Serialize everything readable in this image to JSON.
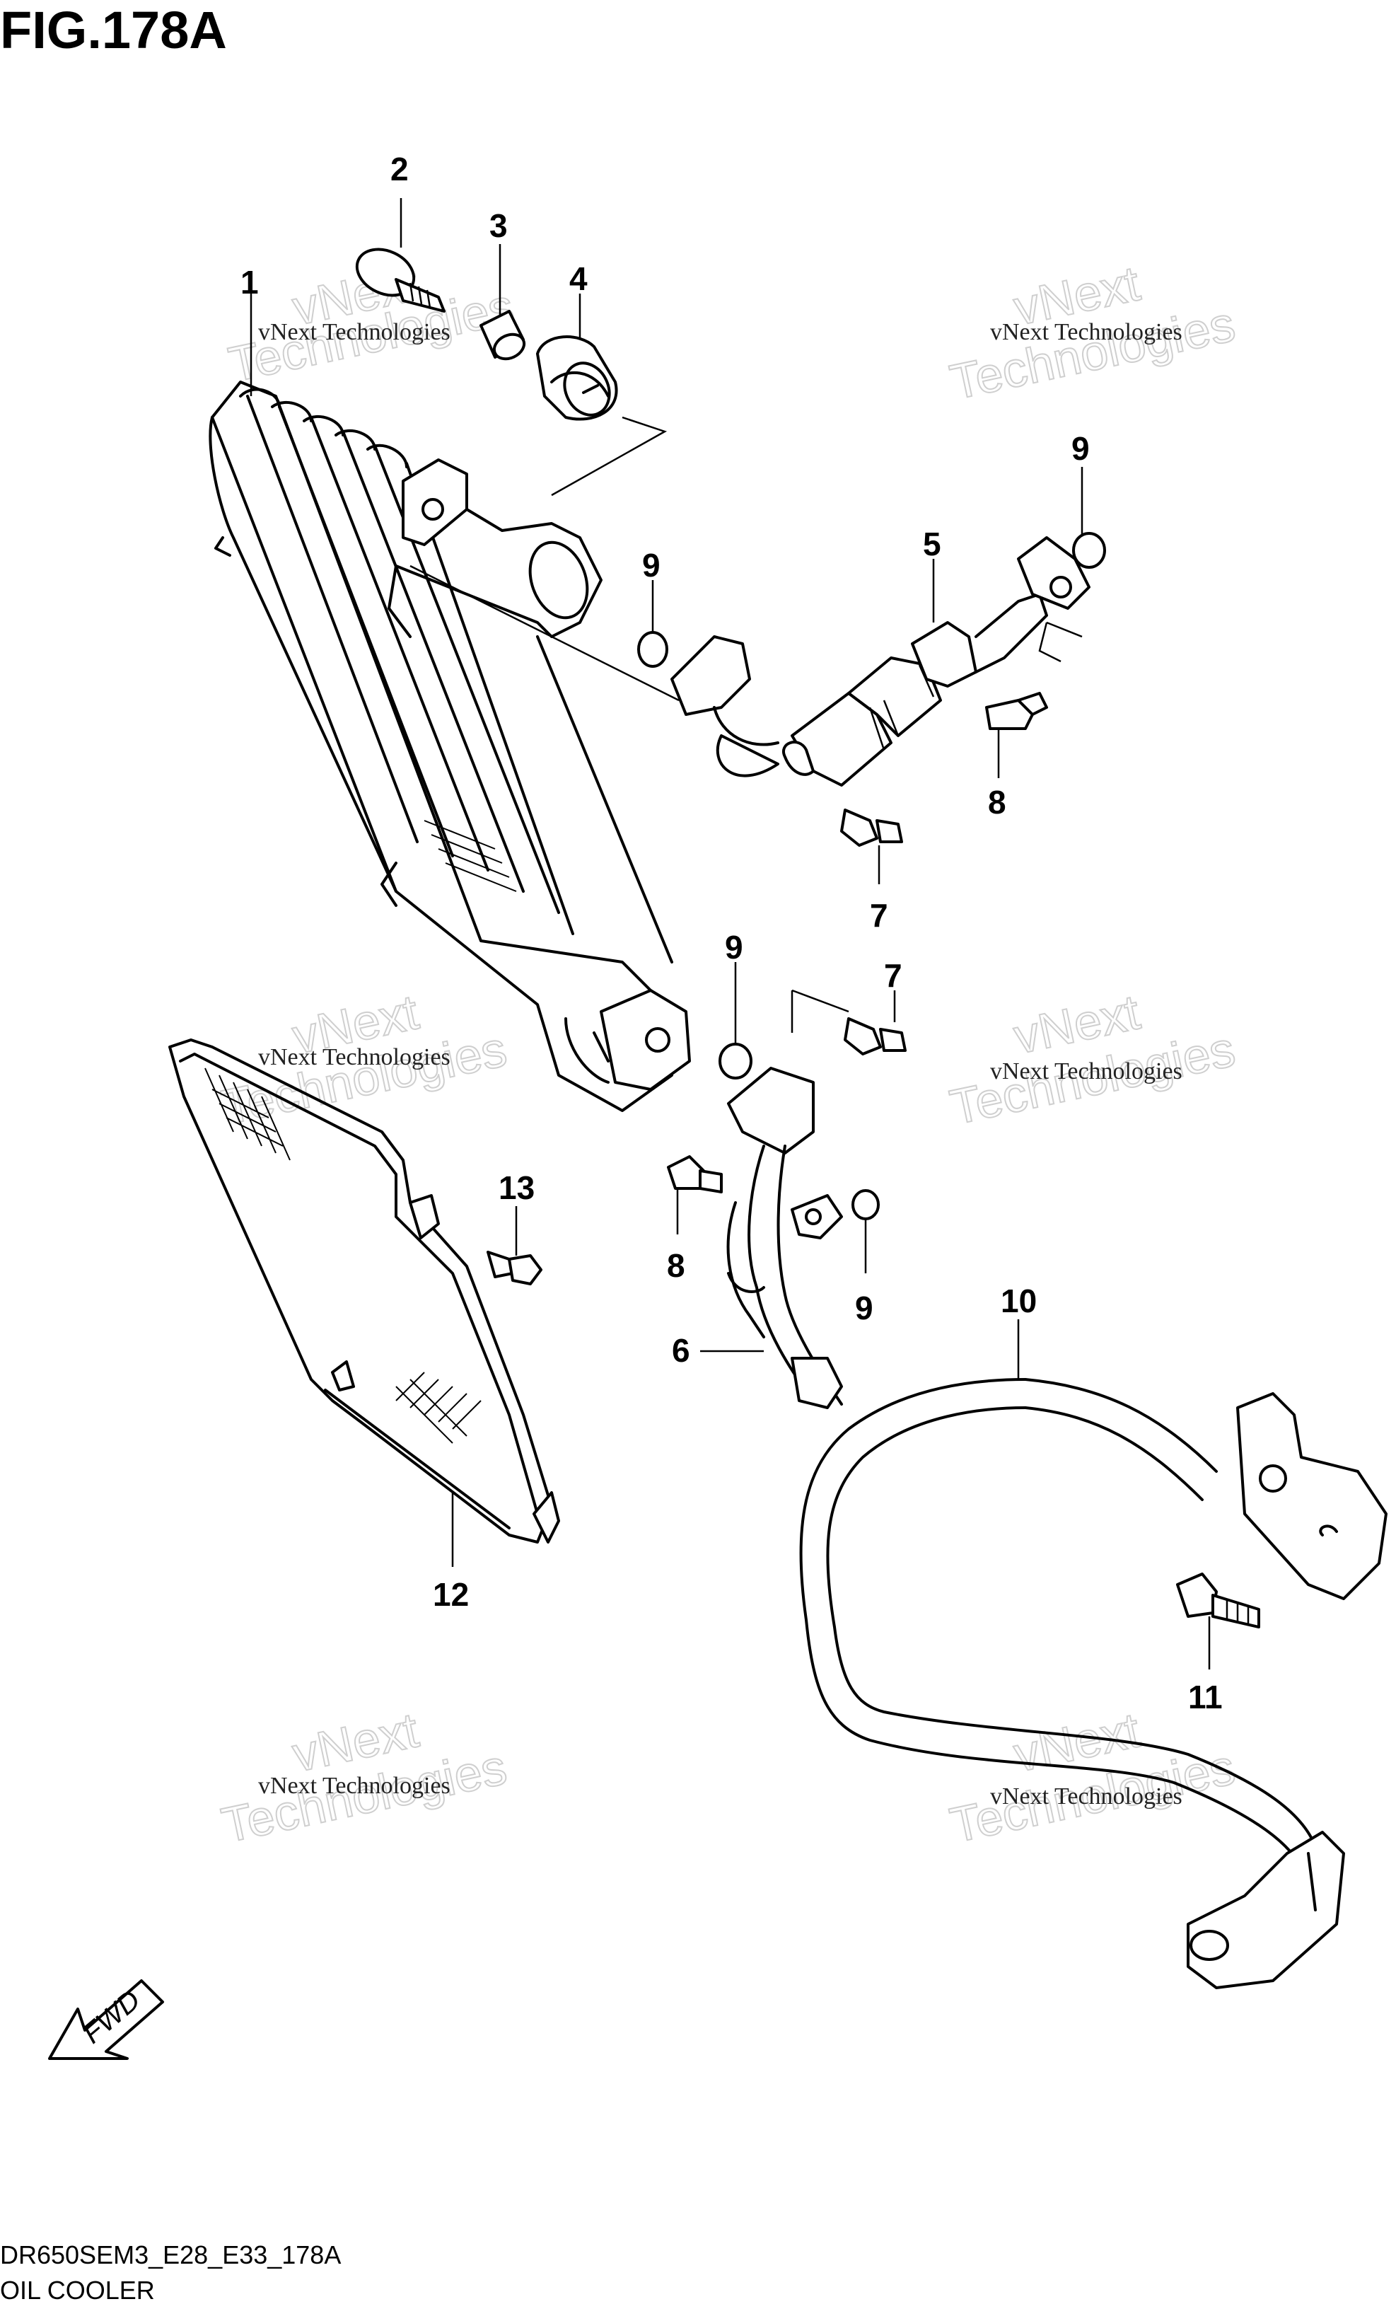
{
  "figure": {
    "title": "FIG.178A",
    "code": "DR650SEM3_E28_E33_178A",
    "name": "OIL COOLER"
  },
  "callouts": [
    {
      "id": "c1",
      "label": "1"
    },
    {
      "id": "c2",
      "label": "2"
    },
    {
      "id": "c3",
      "label": "3"
    },
    {
      "id": "c4",
      "label": "4"
    },
    {
      "id": "c5",
      "label": "5"
    },
    {
      "id": "c6",
      "label": "6"
    },
    {
      "id": "c7a",
      "label": "7"
    },
    {
      "id": "c7b",
      "label": "7"
    },
    {
      "id": "c8a",
      "label": "8"
    },
    {
      "id": "c8b",
      "label": "8"
    },
    {
      "id": "c9a",
      "label": "9"
    },
    {
      "id": "c9b",
      "label": "9"
    },
    {
      "id": "c9c",
      "label": "9"
    },
    {
      "id": "c9d",
      "label": "9"
    },
    {
      "id": "c10",
      "label": "10"
    },
    {
      "id": "c11",
      "label": "11"
    },
    {
      "id": "c12",
      "label": "12"
    },
    {
      "id": "c13",
      "label": "13"
    }
  ],
  "watermark": {
    "line1": "vNext Technologies",
    "line2": "vNext",
    "line3": "Technologies"
  },
  "fwd_label": "FWD"
}
